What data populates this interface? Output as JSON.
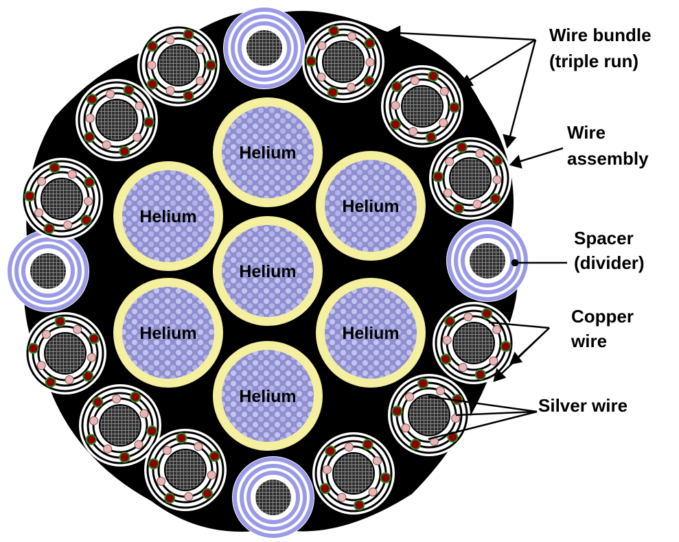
{
  "diagram": {
    "helium_label": "Helium",
    "callouts": {
      "wire_bundle": {
        "line1": "Wire bundle",
        "line2": "(triple run)"
      },
      "wire_assembly": {
        "line1": "Wire",
        "line2": "assembly"
      },
      "spacer": {
        "line1": "Spacer",
        "line2": "(divider)"
      },
      "copper": {
        "line1": "Copper",
        "line2": "wire"
      },
      "silver": {
        "line1": "Silver wire"
      }
    },
    "colors": {
      "background": "#000000",
      "helium_fill": "#9a9ad8",
      "helium_ring": "#f4f0a0",
      "spacer_ring": "#9a9ae8",
      "copper": "#8b0000",
      "silver": "#e8b4b4",
      "conductor": "#3a3a3a"
    }
  }
}
